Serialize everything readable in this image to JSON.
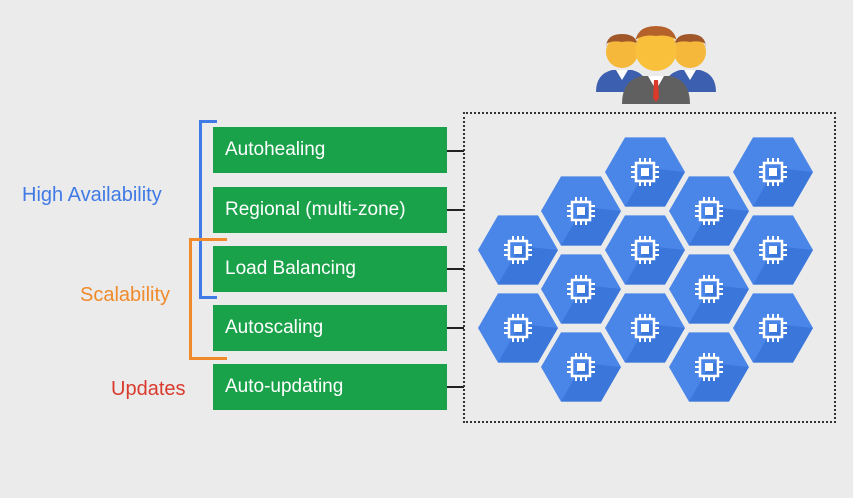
{
  "categories": [
    {
      "label": "High Availability",
      "color": "#3f7ae6"
    },
    {
      "label": "Scalability",
      "color": "#f08a2b"
    },
    {
      "label": "Updates",
      "color": "#d93a2b"
    }
  ],
  "features": [
    {
      "label": "Autohealing"
    },
    {
      "label": "Regional (multi-zone)"
    },
    {
      "label": "Load Balancing"
    },
    {
      "label": "Autoscaling"
    },
    {
      "label": "Auto-updating"
    }
  ],
  "colors": {
    "feature_fill": "#1aa24a",
    "vm_hex_fill": "#4a86e8",
    "vm_hex_shade": "#2f6bd0",
    "background": "#ebebeb"
  },
  "icons": {
    "users": "users-group-icon",
    "vm": "compute-engine-chip-icon"
  }
}
